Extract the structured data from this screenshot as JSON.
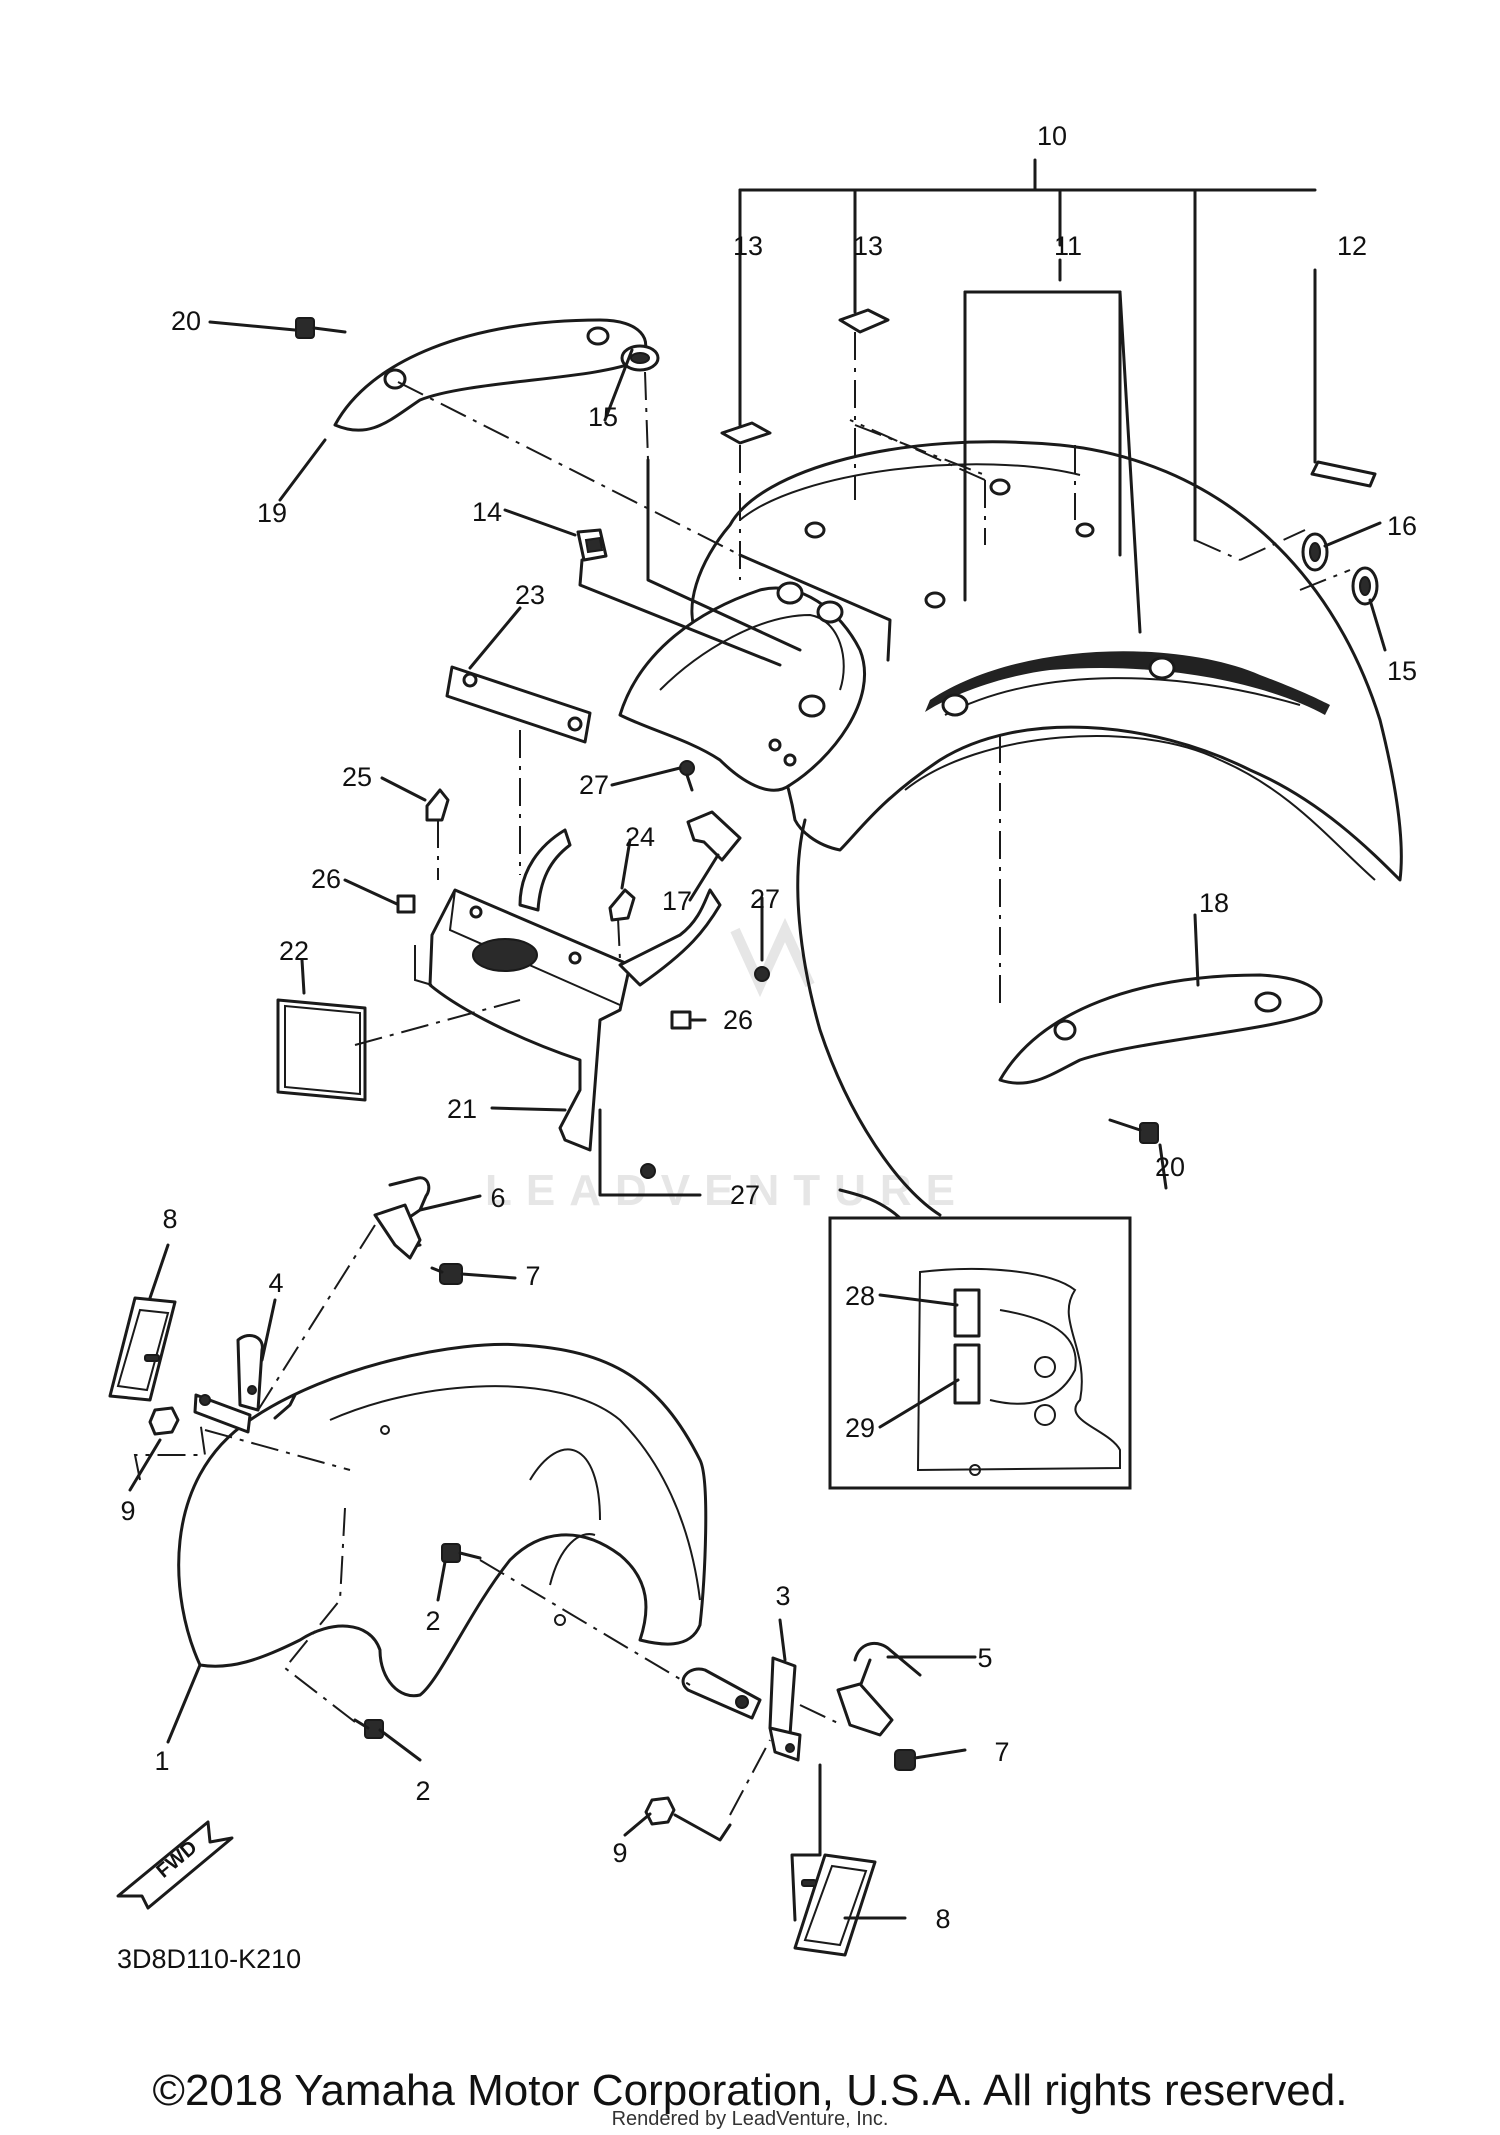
{
  "diagram_code": "3D8D110-K210",
  "fwd_label": "FWD",
  "watermark": "LEADVENTURE",
  "copyright": "©2018 Yamaha Motor Corporation, U.S.A. All rights reserved.",
  "rendered_by": "Rendered by LeadVenture, Inc.",
  "callouts": {
    "c1": "1",
    "c2a": "2",
    "c2b": "2",
    "c3": "3",
    "c4": "4",
    "c5": "5",
    "c6": "6",
    "c7a": "7",
    "c7b": "7",
    "c8a": "8",
    "c8b": "8",
    "c9a": "9",
    "c9b": "9",
    "c10": "10",
    "c11": "11",
    "c12": "12",
    "c13a": "13",
    "c13b": "13",
    "c14": "14",
    "c15a": "15",
    "c15b": "15",
    "c16": "16",
    "c17": "17",
    "c18": "18",
    "c19": "19",
    "c20a": "20",
    "c20b": "20",
    "c21": "21",
    "c22": "22",
    "c23": "23",
    "c24": "24",
    "c25": "25",
    "c26a": "26",
    "c26b": "26",
    "c27a": "27",
    "c27b": "27",
    "c27c": "27",
    "c28": "28",
    "c29": "29"
  }
}
